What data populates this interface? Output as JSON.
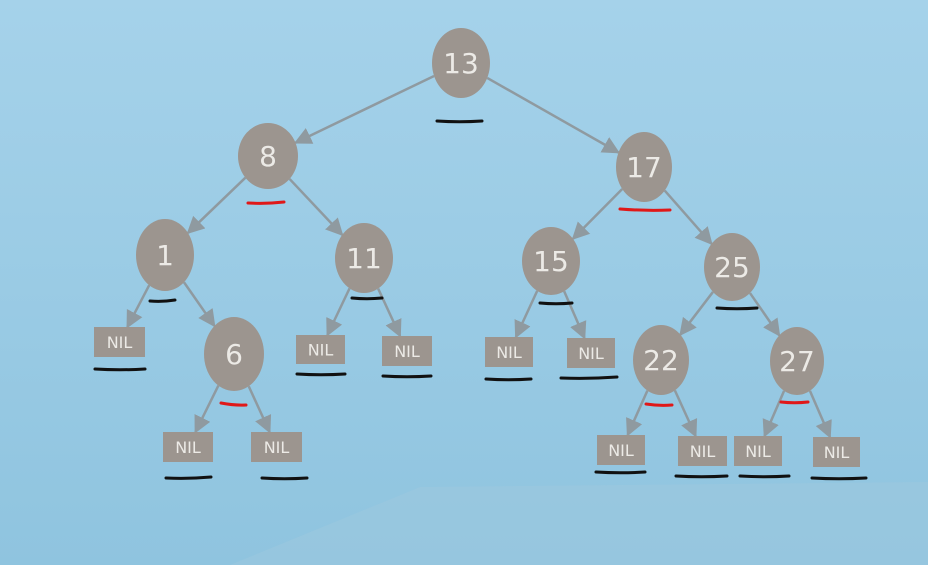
{
  "colors": {
    "screen_top": "#a5d2ea",
    "screen_bottom": "#8fc4df",
    "node_fill": "#9c958f",
    "node_text": "#eceae6",
    "edge": "#8f9aa0",
    "mark_black": "#111111",
    "mark_red": "#e01818"
  },
  "tree": {
    "internal_nodes": [
      {
        "id": "n13",
        "key": "13",
        "mark": "black"
      },
      {
        "id": "n8",
        "key": "8",
        "mark": "red"
      },
      {
        "id": "n17",
        "key": "17",
        "mark": "red"
      },
      {
        "id": "n1",
        "key": "1",
        "mark": "black"
      },
      {
        "id": "n11",
        "key": "11",
        "mark": "black"
      },
      {
        "id": "n15",
        "key": "15",
        "mark": "black"
      },
      {
        "id": "n25",
        "key": "25",
        "mark": "black"
      },
      {
        "id": "n6",
        "key": "6",
        "mark": "red"
      },
      {
        "id": "n22",
        "key": "22",
        "mark": "red"
      },
      {
        "id": "n27",
        "key": "27",
        "mark": "red"
      }
    ],
    "nil_leaves": [
      {
        "id": "l1a",
        "label": "NIL",
        "mark": "black"
      },
      {
        "id": "l6a",
        "label": "NIL",
        "mark": "black"
      },
      {
        "id": "l6b",
        "label": "NIL",
        "mark": "black"
      },
      {
        "id": "l11a",
        "label": "NIL",
        "mark": "black"
      },
      {
        "id": "l11b",
        "label": "NIL",
        "mark": "black"
      },
      {
        "id": "l15a",
        "label": "NIL",
        "mark": "black"
      },
      {
        "id": "l15b",
        "label": "NIL",
        "mark": "black"
      },
      {
        "id": "l22a",
        "label": "NIL",
        "mark": "black"
      },
      {
        "id": "l22b",
        "label": "NIL",
        "mark": "black"
      },
      {
        "id": "l27a",
        "label": "NIL",
        "mark": "black"
      },
      {
        "id": "l27b",
        "label": "NIL",
        "mark": "black"
      }
    ],
    "edges": [
      [
        "n13",
        "n8"
      ],
      [
        "n13",
        "n17"
      ],
      [
        "n8",
        "n1"
      ],
      [
        "n8",
        "n11"
      ],
      [
        "n1",
        "l1a"
      ],
      [
        "n1",
        "n6"
      ],
      [
        "n6",
        "l6a"
      ],
      [
        "n6",
        "l6b"
      ],
      [
        "n11",
        "l11a"
      ],
      [
        "n11",
        "l11b"
      ],
      [
        "n17",
        "n15"
      ],
      [
        "n17",
        "n25"
      ],
      [
        "n15",
        "l15a"
      ],
      [
        "n15",
        "l15b"
      ],
      [
        "n25",
        "n22"
      ],
      [
        "n25",
        "n27"
      ],
      [
        "n22",
        "l22a"
      ],
      [
        "n22",
        "l22b"
      ],
      [
        "n27",
        "l27a"
      ],
      [
        "n27",
        "l27b"
      ]
    ]
  }
}
